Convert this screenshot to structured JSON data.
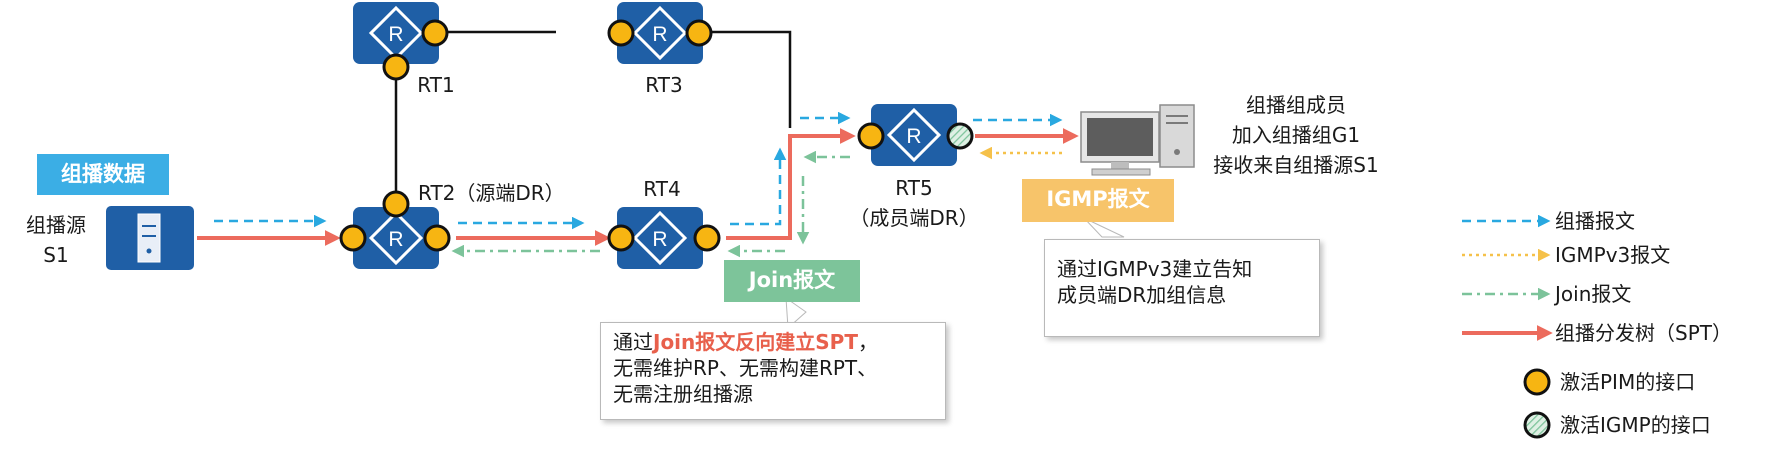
{
  "routers": {
    "rt1": "RT1",
    "rt2": "RT2（源端DR）",
    "rt3": "RT3",
    "rt4": "RT4",
    "rt5_name": "RT5",
    "rt5_role": "（成员端DR）"
  },
  "source": {
    "tag": "组播数据",
    "label_line1": "组播源",
    "label_line2": "S1"
  },
  "member": {
    "line1": "组播组成员",
    "line2": "加入组播组G1",
    "line3": "接收来自组播源S1"
  },
  "tags": {
    "igmp": "IGMP报文",
    "join": "Join报文"
  },
  "callouts": {
    "igmp_line1": "通过IGMPv3建立告知",
    "igmp_line2": "成员端DR加组信息",
    "join_prefix": "通过",
    "join_highlight": "Join报文反向建立SPT",
    "join_suffix": "，",
    "join_line2": "无需维护RP、无需构建RPT、",
    "join_line3": "无需注册组播源"
  },
  "legend": {
    "multicast_packet": "组播报文",
    "igmpv3_packet": "IGMPv3报文",
    "join_packet": "Join报文",
    "spt": "组播分发树（SPT）",
    "pim_interface": "激活PIM的接口",
    "igmp_interface": "激活IGMP的接口"
  },
  "colors": {
    "router_fill": "#1f5fa6",
    "pim_dot": "#f7b512",
    "multicast_arrow": "#29a8e0",
    "igmp_arrow": "#f5c14a",
    "join_arrow": "#7cc39a",
    "spt_arrow": "#ec6b5d",
    "tag_blue": "#3baee5",
    "tag_orange": "#f7c46a",
    "tag_green": "#7dc49a"
  }
}
